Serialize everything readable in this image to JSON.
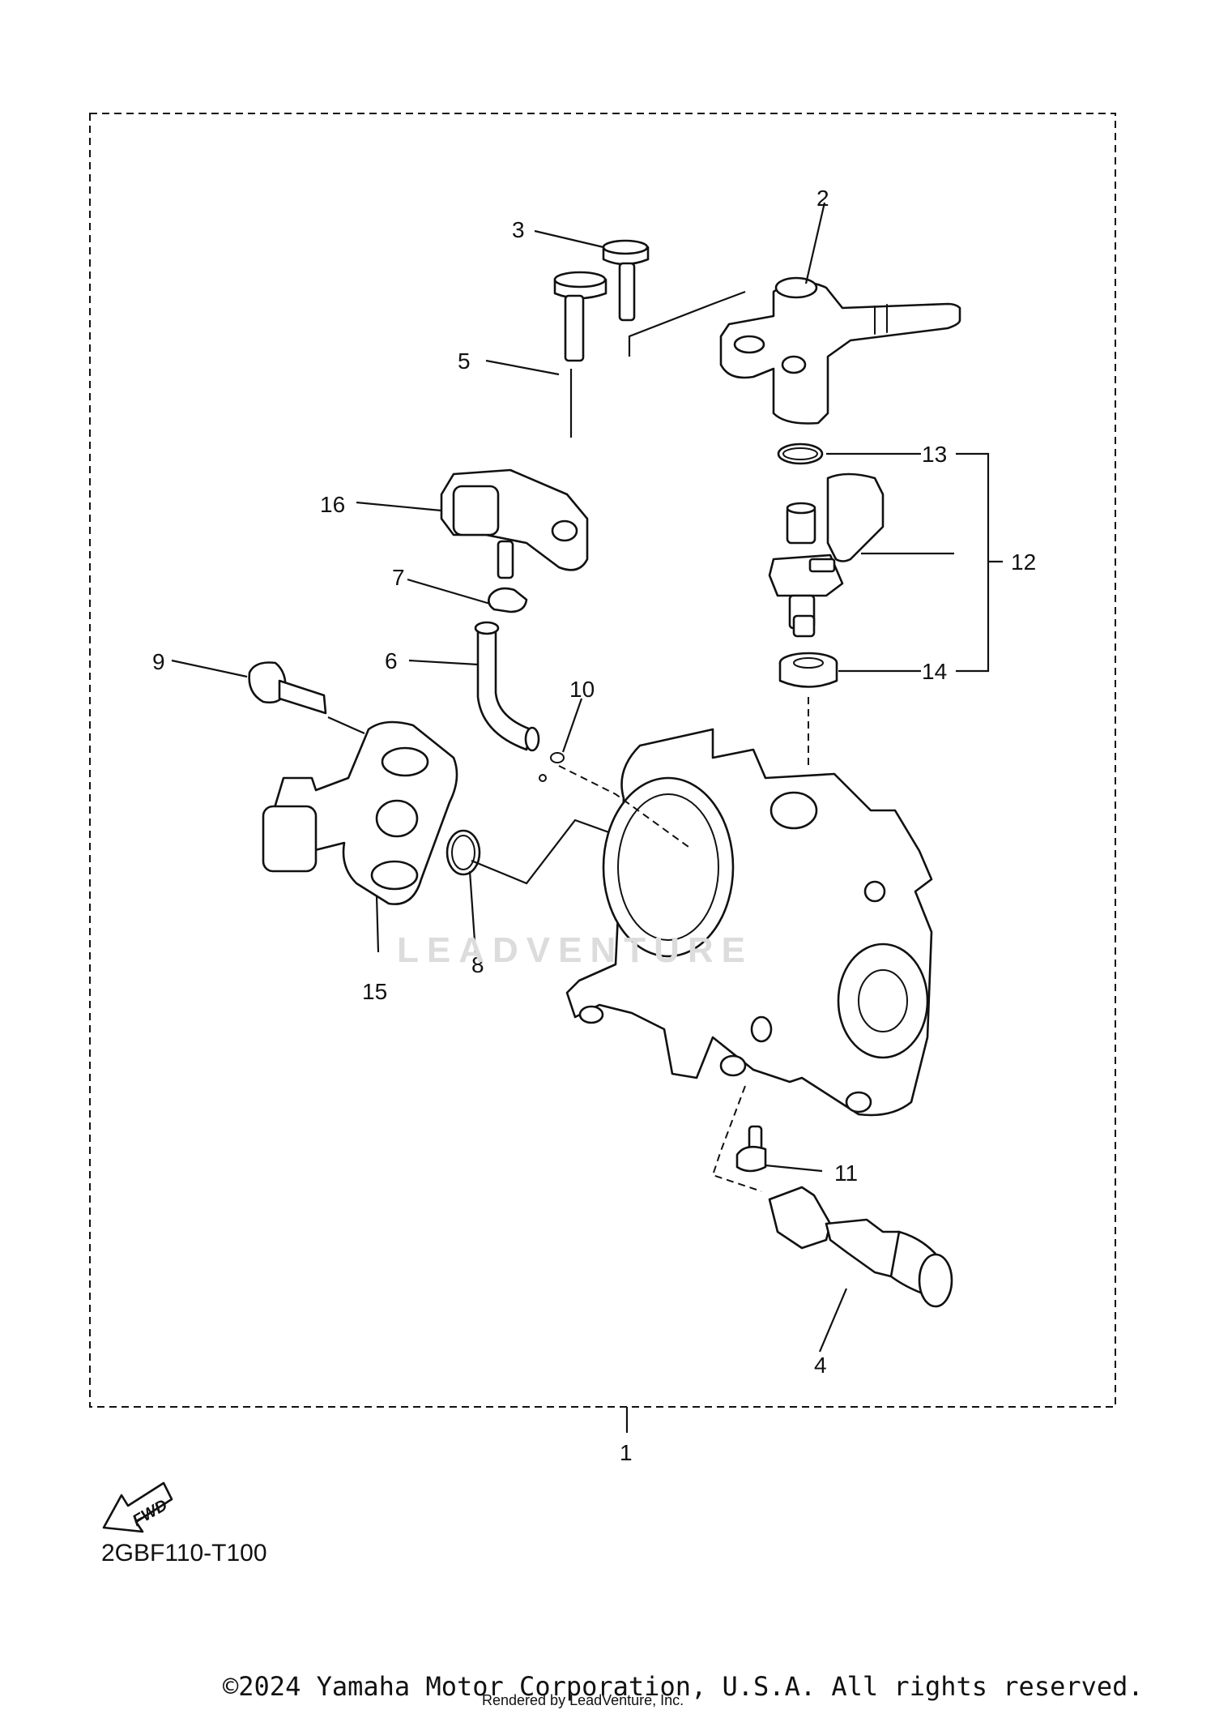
{
  "diagram": {
    "code": "2GBF110-T100",
    "fwd_label": "FWD",
    "watermark": "LEADVENTURE",
    "copyright": "©2024 Yamaha Motor Corporation, U.S.A. All rights reserved.",
    "rendered_by": "Rendered by LeadVenture, Inc.",
    "callouts": [
      "1",
      "2",
      "3",
      "4",
      "5",
      "6",
      "7",
      "8",
      "9",
      "10",
      "11",
      "12",
      "13",
      "14",
      "15",
      "16"
    ]
  }
}
